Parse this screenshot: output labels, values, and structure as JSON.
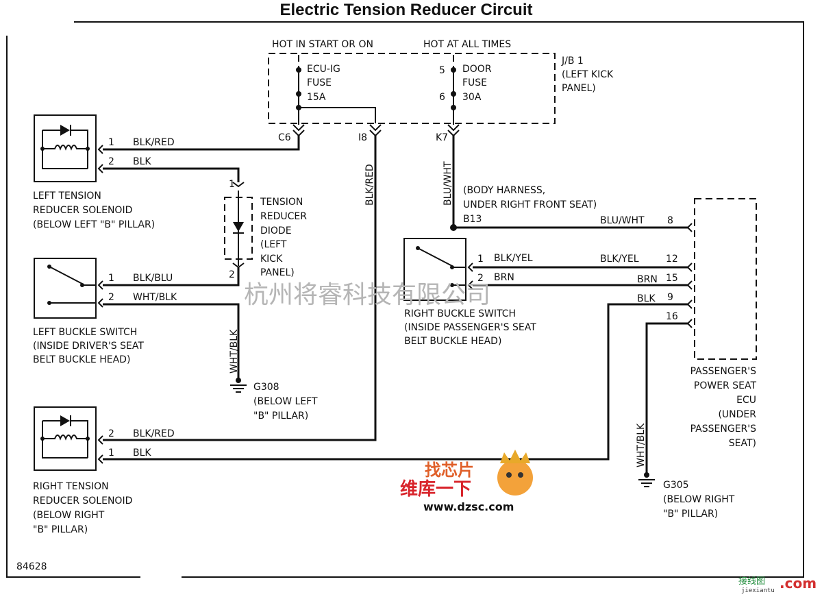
{
  "title": "Electric Tension Reducer Circuit",
  "junction_block": {
    "hot_start_on": "HOT IN START OR ON",
    "hot_all_times": "HOT AT ALL TIMES",
    "name": [
      "J/B 1",
      "(LEFT KICK",
      "PANEL)"
    ],
    "fuse1": {
      "lines": [
        "ECU-IG",
        "FUSE",
        "15A"
      ]
    },
    "fuse2": {
      "pin_top": "5",
      "pin_bottom": "6",
      "lines": [
        "DOOR",
        "FUSE",
        "30A"
      ]
    },
    "connectors": {
      "c6": "C6",
      "i8": "I8",
      "k7": "K7"
    }
  },
  "left_solenoid": {
    "labels": [
      "LEFT TENSION",
      "REDUCER SOLENOID",
      "(BELOW LEFT \"B\" PILLAR)"
    ],
    "pin1": "1",
    "wire1": "BLK/RED",
    "pin2": "2",
    "wire2": "BLK"
  },
  "diode": {
    "labels": [
      "TENSION",
      "REDUCER",
      "DIODE",
      "(LEFT",
      "KICK",
      "PANEL)"
    ],
    "pin1": "1",
    "pin2": "2"
  },
  "left_buckle": {
    "labels": [
      "LEFT BUCKLE SWITCH",
      "(INSIDE DRIVER'S SEAT",
      "BELT BUCKLE HEAD)"
    ],
    "pin1": "1",
    "wire1": "BLK/BLU",
    "pin2": "2",
    "wire2": "WHT/BLK"
  },
  "ground_g308": {
    "vert_wire": "WHT/BLK",
    "labels": [
      "G308",
      "(BELOW LEFT",
      "\"B\" PILLAR)"
    ]
  },
  "right_solenoid": {
    "labels": [
      "RIGHT TENSION",
      "REDUCER SOLENOID",
      "(BELOW RIGHT",
      "\"B\" PILLAR)"
    ],
    "pin2": "2",
    "wire2": "BLK/RED",
    "pin1": "1",
    "wire1": "BLK"
  },
  "vert_wires": {
    "blk_red": "BLK/RED",
    "blu_wht": "BLU/WHT"
  },
  "body_harness": {
    "labels": [
      "(BODY HARNESS,",
      "UNDER RIGHT FRONT SEAT)"
    ],
    "b13": "B13"
  },
  "right_buckle": {
    "labels": [
      "RIGHT BUCKLE SWITCH",
      "(INSIDE PASSENGER'S SEAT",
      "BELT BUCKLE HEAD)"
    ],
    "pin1": "1",
    "wire1": "BLK/YEL",
    "pin2": "2",
    "wire2": "BRN"
  },
  "ecu": {
    "labels": [
      "PASSENGER'S",
      "POWER SEAT",
      "ECU",
      "(UNDER",
      "PASSENGER'S",
      "SEAT)"
    ],
    "rows": [
      {
        "wire": "BLU/WHT",
        "pin": "8"
      },
      {
        "wire": "BLK/YEL",
        "pin": "12"
      },
      {
        "wire": "BRN",
        "pin": "15"
      },
      {
        "wire": "BLK",
        "pin": "9"
      },
      {
        "wire": "",
        "pin": "16"
      }
    ]
  },
  "ground_g305": {
    "vert_wire": "WHT/BLK",
    "labels": [
      "G305",
      "(BELOW RIGHT",
      "\"B\" PILLAR)"
    ]
  },
  "figure_number": "84628",
  "watermarks": {
    "center": "杭州将睿科技有限公司",
    "logo_top": "找芯片",
    "logo_main": "维库一下",
    "logo_url": "www.dzsc.com",
    "corner": "接线图",
    "corner_url": "jiexiantu",
    "corner_com": ".com"
  }
}
